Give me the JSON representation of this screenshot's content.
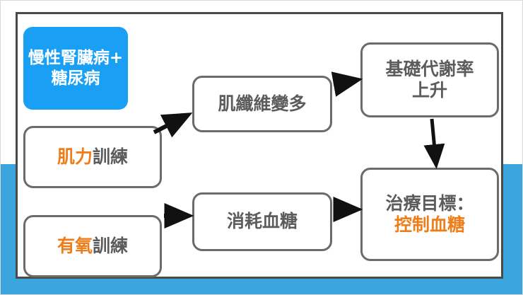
{
  "slide": {
    "background_color": "#ffffff",
    "band_color": "#3aa6dd",
    "frame_color": "#4a4a4a",
    "accent_box_color": "#19a0f5",
    "node_border_color": "#6b6b6b",
    "gray_text_color": "#5c5c5c",
    "orange_text_color": "#ef7d1a"
  },
  "diagram": {
    "type": "flowchart",
    "nodes": {
      "disease": {
        "line1": "慢性腎臟病+",
        "line2": "糖尿病",
        "style": "accent"
      },
      "strength_training": {
        "highlight": "肌力",
        "rest": "訓練"
      },
      "aerobic_training": {
        "highlight": "有氧",
        "rest": "訓練"
      },
      "muscle_fibers": {
        "label": "肌纖維變多"
      },
      "consume_glucose": {
        "label": "消耗血糖"
      },
      "bmr": {
        "line1": "基礎代謝率",
        "line2": "上升"
      },
      "treatment_goal": {
        "line1": "治療目標：",
        "line2": "控制血糖"
      }
    },
    "edges": [
      {
        "from": "strength_training",
        "to": "muscle_fibers",
        "shape": "diagonal-up-right"
      },
      {
        "from": "muscle_fibers",
        "to": "bmr",
        "shape": "horizontal-right"
      },
      {
        "from": "bmr",
        "to": "treatment_goal",
        "shape": "vertical-down"
      },
      {
        "from": "aerobic_training",
        "to": "consume_glucose",
        "shape": "horizontal-right"
      },
      {
        "from": "consume_glucose",
        "to": "treatment_goal",
        "shape": "horizontal-right"
      }
    ]
  }
}
